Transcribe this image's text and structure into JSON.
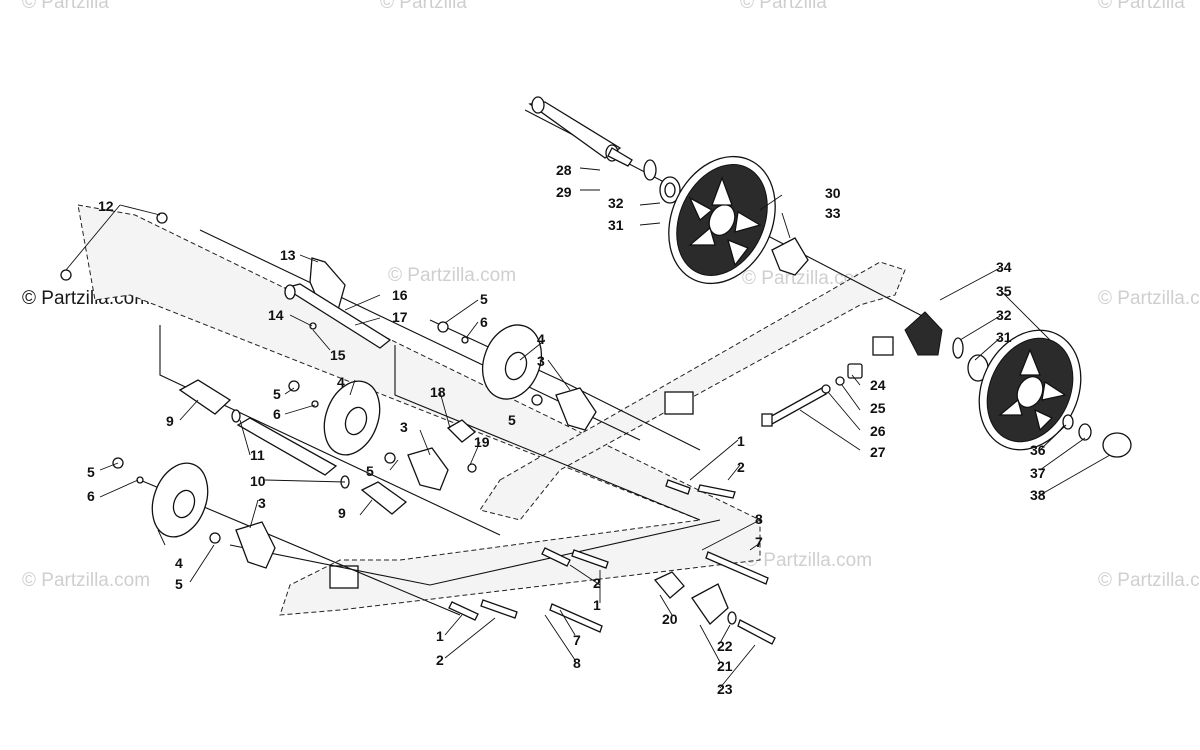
{
  "watermarks": {
    "brand": "© Partzilla.com",
    "brand_short": "© Partzilla"
  },
  "callouts": {
    "1": "1",
    "2": "2",
    "3": "3",
    "4": "4",
    "5": "5",
    "6": "6",
    "7": "7",
    "8": "8",
    "9": "9",
    "10": "10",
    "11": "11",
    "12": "12",
    "13": "13",
    "14": "14",
    "15": "15",
    "16": "16",
    "17": "17",
    "18": "18",
    "19": "19",
    "20": "20",
    "21": "21",
    "22": "22",
    "23": "23",
    "24": "24",
    "25": "25",
    "26": "26",
    "27": "27",
    "28": "28",
    "29": "29",
    "30": "30",
    "31": "31",
    "32": "32",
    "33": "33",
    "34": "34",
    "35": "35",
    "36": "36",
    "37": "37",
    "38": "38"
  }
}
